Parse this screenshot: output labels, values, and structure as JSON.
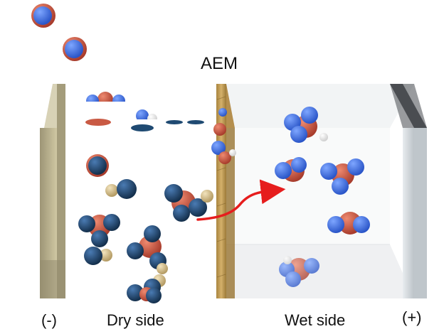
{
  "labels": {
    "membrane": "AEM",
    "negative": "(-)",
    "positive": "(+)",
    "dry": "Dry side",
    "wet": "Wet side"
  },
  "colors": {
    "dark_blue": "#1f4a72",
    "bright_blue": "#3d6fe0",
    "red": "#c95a44",
    "tan": "#d6c08e",
    "membrane": "#c7a05a",
    "electrode": "#b3ab8a",
    "arrow": "#e61d1d"
  }
}
